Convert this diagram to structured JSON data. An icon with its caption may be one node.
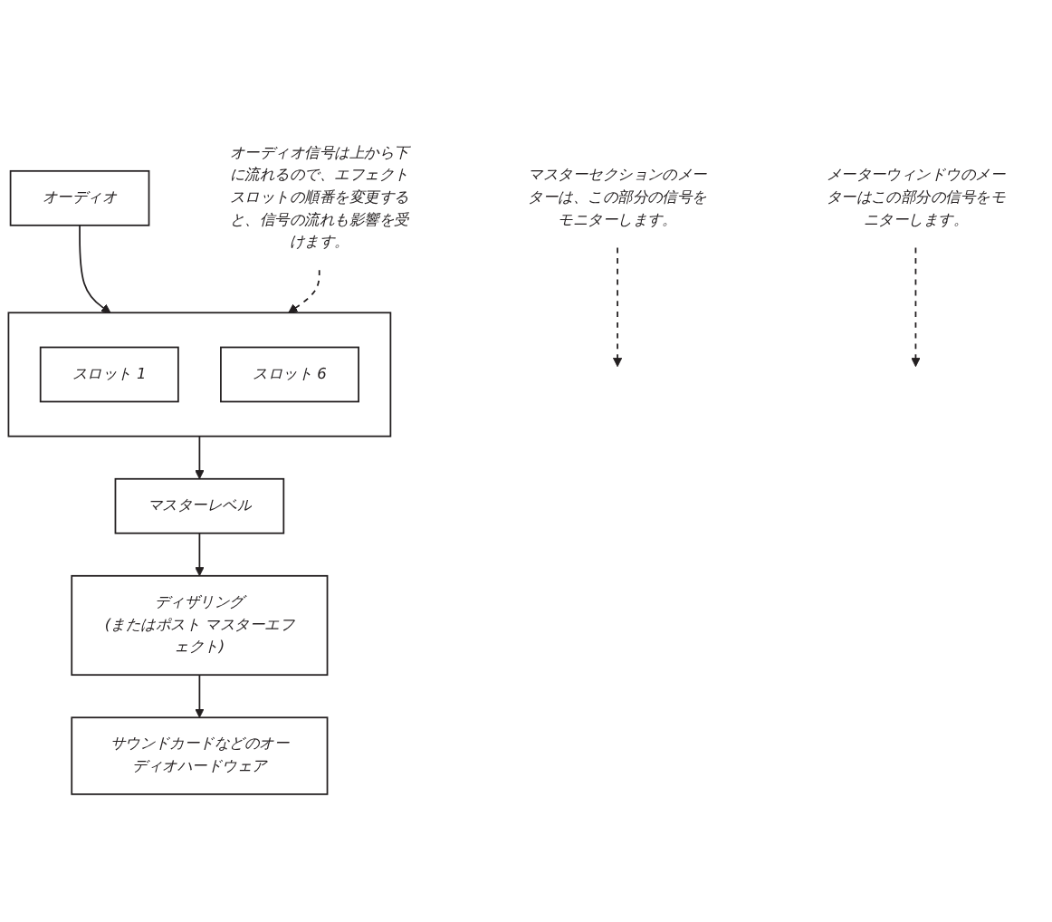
{
  "diagram": {
    "nodes": [
      {
        "text": [
          "オーディオ"
        ]
      },
      {
        "text": [],
        "shape": "box"
      },
      {
        "text": [
          "スロット 1"
        ],
        "in": 1
      },
      {
        "text": [
          "スロット 6"
        ],
        "in": 1
      },
      {
        "text": [
          "マスターレベル"
        ]
      },
      {
        "text": [
          "ディザリング",
          "(またはポスト マスターエフェクト)"
        ]
      },
      {
        "text": [
          "サウンドカードなどのオーディオハードウェア"
        ]
      },
      {
        "text": [
          "オーディオ信号は上から下に流れるので、エフェクトスロットの順番を変更すると、信号の流れも影響を受けます。"
        ]
      },
      {
        "text": [
          "マスターセクションのメーターは、この部分の信号をモニターします。"
        ]
      },
      {
        "text": [
          "メーターウィンドウのメーターはこの部分の信号をモニターします。"
        ]
      }
    ],
    "edges": [
      {
        "from": 0,
        "to": 1,
        "arrow": "to"
      },
      {
        "from": 1,
        "to": 4,
        "arrow": "to"
      },
      {
        "from": 4,
        "to": 5,
        "arrow": "to"
      },
      {
        "from": 5,
        "to": 6,
        "arrow": "to"
      },
      {
        "from": 7,
        "to": 1,
        "arrow": "to",
        "style": "dashed"
      },
      {
        "from": 8,
        "to": null,
        "arrow": "to",
        "style": "dashed"
      },
      {
        "from": 9,
        "to": null,
        "arrow": "to",
        "style": "dashed"
      }
    ]
  }
}
